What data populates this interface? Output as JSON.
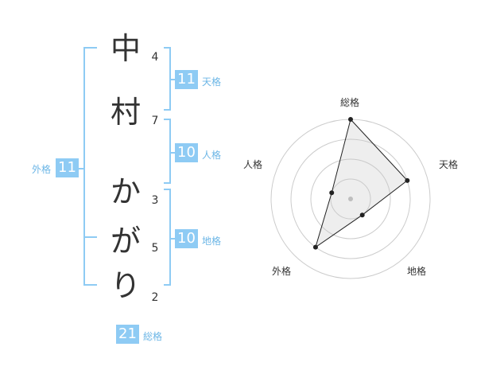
{
  "name": {
    "characters": [
      "中",
      "村",
      "か",
      "が",
      "り"
    ],
    "strokes": [
      "4",
      "7",
      "3",
      "5",
      "2"
    ]
  },
  "fortunes": {
    "tenkaku": {
      "value": "11",
      "label": "天格"
    },
    "jinkaku": {
      "value": "10",
      "label": "人格"
    },
    "chikaku": {
      "value": "10",
      "label": "地格"
    },
    "gaikaku": {
      "value": "11",
      "label": "外格"
    },
    "soukaku": {
      "value": "21",
      "label": "総格"
    }
  },
  "radar": {
    "axes": [
      "総格",
      "天格",
      "地格",
      "外格",
      "人格"
    ],
    "levels": 4,
    "values": [
      4,
      3,
      1,
      3,
      1
    ]
  },
  "colors": {
    "accent": "#8ecbf4",
    "accent_text": "#6cb6e6",
    "text": "#333333",
    "grid": "#cccccc"
  }
}
